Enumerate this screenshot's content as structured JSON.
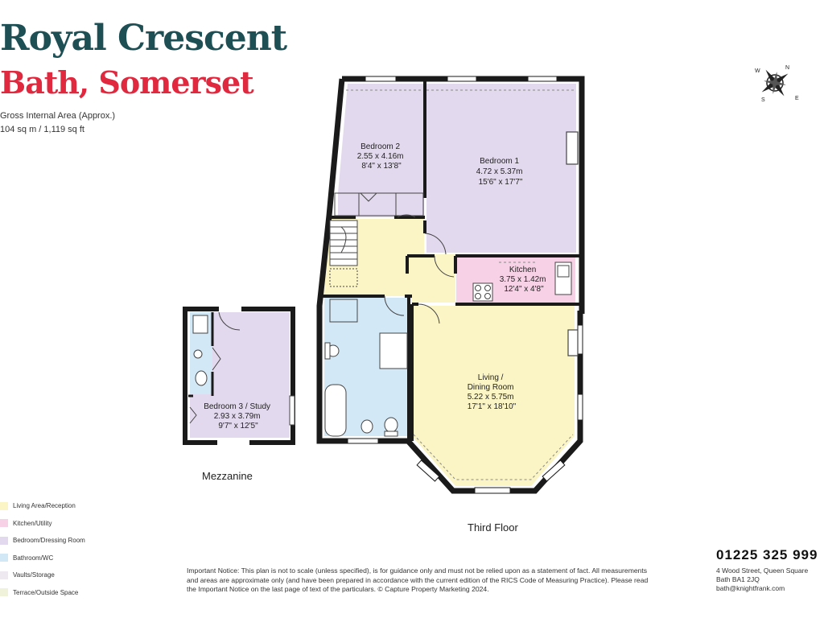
{
  "header": {
    "title": "Royal Crescent",
    "subtitle": "Bath, Somerset",
    "gia_label": "Gross Internal Area (Approx.)",
    "gia_value": "104 sq m / 1,119 sq ft"
  },
  "colors": {
    "title": "#1d4f55",
    "subtitle": "#e0283f",
    "living": "#fbf5c6",
    "kitchen": "#f7d2e6",
    "bedroom": "#e3d9ee",
    "bathroom": "#d3e8f6",
    "vaults": "#eee8f1",
    "terrace": "#f1f2da",
    "walls": "#1a1a1a"
  },
  "rooms": {
    "bedroom2": {
      "name": "Bedroom 2",
      "metric": "2.55 x 4.16m",
      "imperial": "8'4\" x 13'8\""
    },
    "bedroom1": {
      "name": "Bedroom 1",
      "metric": "4.72 x 5.37m",
      "imperial": "15'6\" x 17'7\""
    },
    "kitchen": {
      "name": "Kitchen",
      "metric": "3.75 x 1.42m",
      "imperial": "12'4\" x 4'8\""
    },
    "living_line1": "Living /",
    "living_line2": "Dining Room",
    "living_metric": "5.22 x 5.75m",
    "living_imperial": "17'1\" x 18'10\"",
    "bedroom3": {
      "name": "Bedroom 3 / Study",
      "metric": "2.93 x 3.79m",
      "imperial": "9'7\" x 12'5\""
    }
  },
  "floors": {
    "mezzanine": "Mezzanine",
    "third": "Third Floor"
  },
  "legend": [
    {
      "label": "Living Area/Reception",
      "color": "#fbf5c6"
    },
    {
      "label": "Kitchen/Utility",
      "color": "#f7d2e6"
    },
    {
      "label": "Bedroom/Dressing Room",
      "color": "#e3d9ee"
    },
    {
      "label": "Bathroom/WC",
      "color": "#d3e8f6"
    },
    {
      "label": "Vaults/Storage",
      "color": "#eee8f1"
    },
    {
      "label": "Terrace/Outside Space",
      "color": "#f1f2da"
    }
  ],
  "notice": "Important Notice: This plan is not to scale (unless specified), is for guidance only and must not be relied upon as a statement of fact. All measurements and areas are approximate only (and have been prepared in accordance with the current edition of the RICS Code of Measuring Practice). Please read the Important Notice on the last page of text of the particulars. © Capture Property Marketing 2024.",
  "contact": {
    "phone": "01225 325 999",
    "address_line1": "4 Wood Street, Queen Square",
    "address_line2": "Bath BA1 2JQ",
    "email": "bath@knightfrank.com"
  },
  "compass": {
    "labels": [
      "N",
      "S",
      "E",
      "W"
    ]
  }
}
